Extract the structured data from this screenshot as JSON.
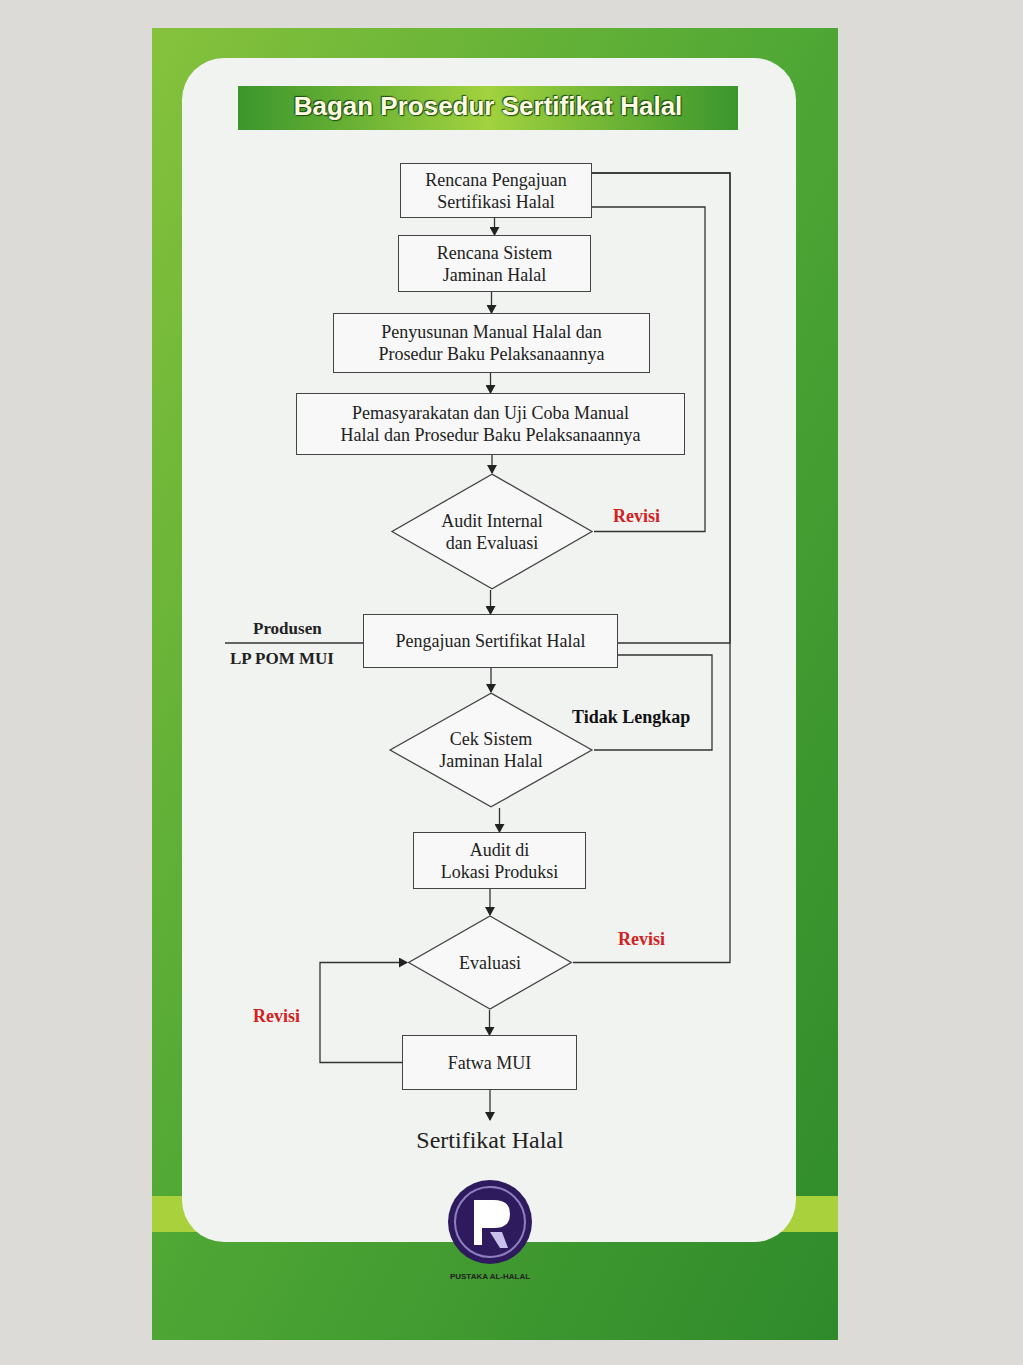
{
  "diagram": {
    "title": "Bagan Prosedur Sertifikat Halal",
    "nodes": [
      {
        "text": [
          "Rencana Pengajuan Sertifikasi Halal"
        ]
      },
      {
        "text": [
          "Rencana Sistem Jaminan Halal"
        ]
      },
      {
        "text": [
          "Penyusunan Manual Halal dan Prosedur Baku Pelaksanaannya"
        ]
      },
      {
        "text": [
          "Pemasyarakatan dan Uji Coba Manual Halal dan Prosedur Baku Pelaksanaannya"
        ]
      },
      {
        "text": [
          "Audit Internal dan Evaluasi"
        ]
      },
      {
        "text": [
          "Pengajuan Sertifikat Halal"
        ]
      },
      {
        "text": [
          "Cek Sistem Jaminan Halal"
        ]
      },
      {
        "text": [
          "Audit di Lokasi Produksi"
        ]
      },
      {
        "text": [
          "Evaluasi"
        ]
      },
      {
        "text": [
          "Fatwa MUI"
        ]
      },
      {
        "text": [
          "Sertifikat Halal"
        ]
      }
    ],
    "edges": [
      {
        "from": 0,
        "to": 1,
        "arrow": "to"
      },
      {
        "from": 1,
        "to": 2,
        "arrow": "to"
      },
      {
        "from": 2,
        "to": 3,
        "arrow": "to"
      },
      {
        "from": 3,
        "to": 4,
        "arrow": "to"
      },
      {
        "from": 4,
        "to": 5,
        "arrow": "to"
      },
      {
        "from": 5,
        "to": 6,
        "arrow": "to"
      },
      {
        "from": 6,
        "to": 7,
        "arrow": "to"
      },
      {
        "from": 7,
        "to": 8,
        "arrow": "to"
      },
      {
        "from": 8,
        "to": 9,
        "arrow": "to"
      },
      {
        "from": 9,
        "to": 10,
        "arrow": "to"
      },
      {
        "from": 4,
        "to": 0,
        "label": "Revisi",
        "arrow": "none"
      },
      {
        "from": 6,
        "to": 5,
        "label": "Tidak Lengkap",
        "arrow": "none"
      },
      {
        "from": 5,
        "to": 0,
        "arrow": "none"
      },
      {
        "from": 8,
        "to": 0,
        "label": "Revisi",
        "arrow": "none"
      },
      {
        "from": 9,
        "to": 8,
        "label": "Revisi",
        "arrow": "to"
      }
    ],
    "labels": [
      "Produsen",
      "LP POM MUI",
      "PUSTAKA AL-HALAL"
    ]
  }
}
